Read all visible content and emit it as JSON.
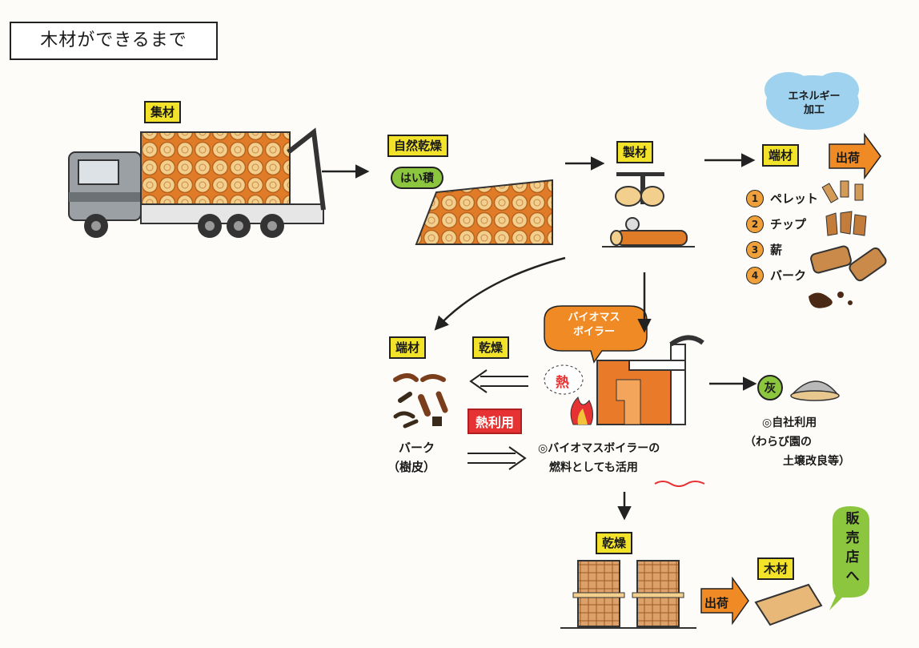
{
  "title": "木材ができるまで",
  "collect": "集材",
  "natural_drying": "自然乾燥",
  "stacking": "はい積",
  "sawing": "製材",
  "energy_cloud": [
    "エネルギー",
    "加工"
  ],
  "offcuts": "端材",
  "ship": "出荷",
  "uses": [
    {
      "n": "1",
      "label": "ペレット"
    },
    {
      "n": "2",
      "label": "チップ"
    },
    {
      "n": "3",
      "label": "薪"
    },
    {
      "n": "4",
      "label": "バーク"
    }
  ],
  "boiler_bubble": [
    "バイオマス",
    "ボイラー"
  ],
  "heat": "熱",
  "heat_use": "熱利用",
  "offcuts2": "端材",
  "drying": "乾燥",
  "bark": "バーク",
  "bark_sub": "（樹皮）",
  "boiler_fuel": [
    "◎バイオマスボイラーの",
    "燃料としても活用"
  ],
  "ash": "灰",
  "ash_use": [
    "◎自社利用",
    "（わらび園の",
    "土壌改良等）"
  ],
  "drying2": "乾燥",
  "lumber": "木材",
  "ship2": "出荷",
  "store": [
    "販",
    "売",
    "店",
    "へ"
  ],
  "colors": {
    "orange": "#f08a24",
    "yellow": "#f2e32a",
    "green": "#8cc63f",
    "red": "#e63232",
    "blue": "#9fd2ee"
  }
}
